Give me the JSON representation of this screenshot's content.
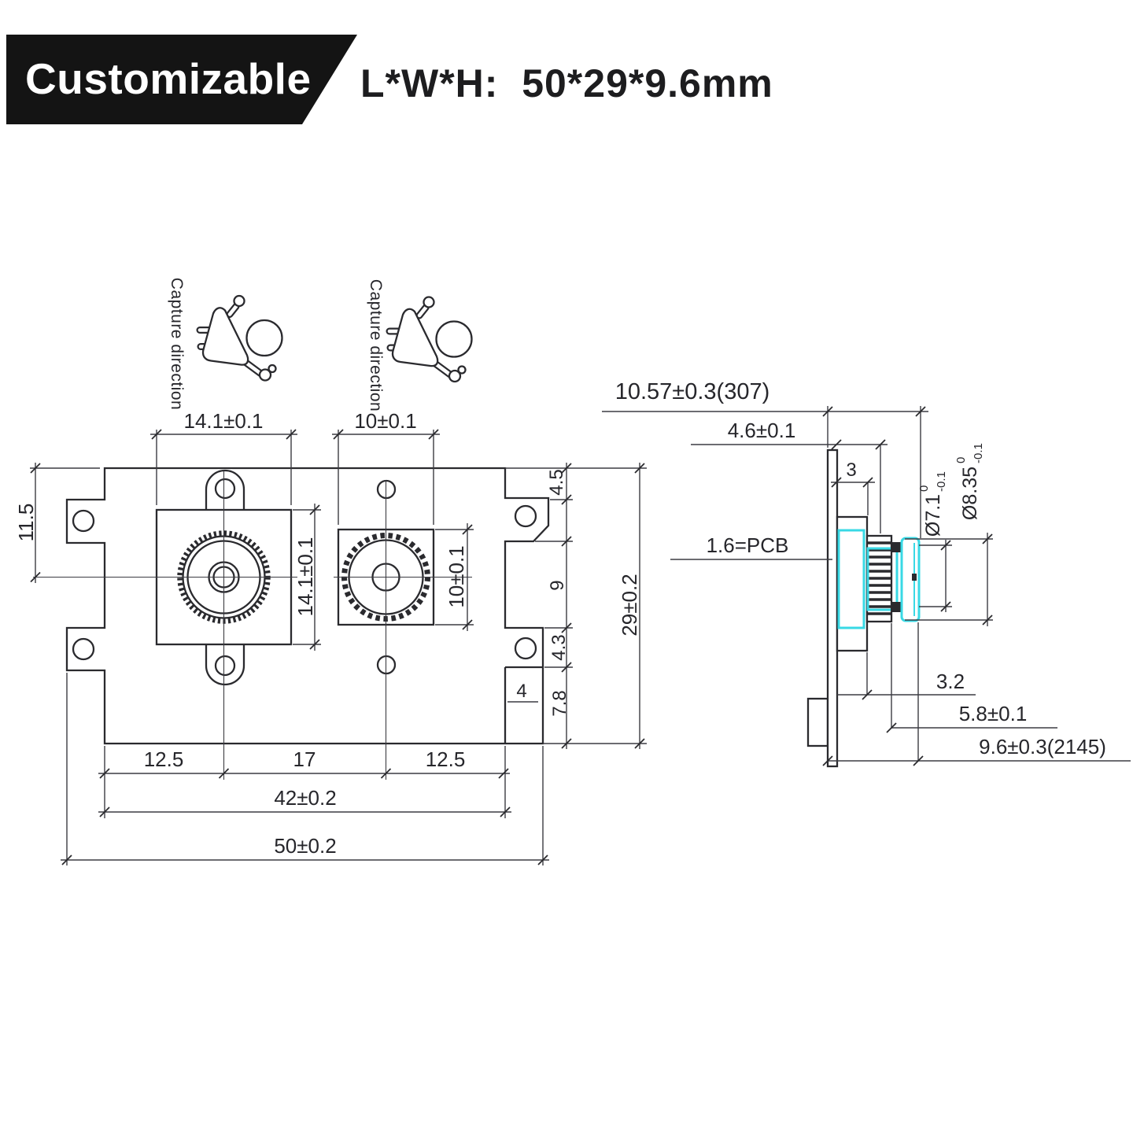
{
  "header": {
    "badge": "Customizable",
    "size_label": "L*W*H:  50*29*9.6mm"
  },
  "front_view": {
    "capture_direction_left": "Capture direction",
    "capture_direction_right": "Capture direction",
    "dims": {
      "lens1_width_top": "14.1±0.1",
      "lens2_width_top": "10±0.1",
      "lens1_height_side": "14.1±0.1",
      "lens2_height_side": "10±0.1",
      "top_edge_to_center": "11.5",
      "right_step_top": "4.5",
      "right_notch": "9",
      "right_hole_tab": "4.3",
      "bottom_tab_width": "4",
      "right_bottom": "7.8",
      "board_height": "29±0.2",
      "pitch_left": "12.5",
      "pitch_center": "17",
      "pitch_right": "12.5",
      "body_width": "42±0.2",
      "board_width": "50±0.2"
    }
  },
  "side_view": {
    "dims": {
      "overall_depth": "10.57±0.3(307)",
      "lens_protrusion": "4.6±0.1",
      "holder_depth": "3",
      "pcb_thickness": "1.6=PCB",
      "lens_inner_dia": "Ø7.1",
      "lens_inner_tol_upper": "0",
      "lens_inner_tol_lower": "-0.1",
      "lens_outer_dia": "Ø8.35",
      "lens_outer_tol_upper": "0",
      "lens_outer_tol_lower": "-0.1",
      "holder_step": "3.2",
      "module_depth": "5.8±0.1",
      "total_depth": "9.6±0.3(2145)"
    }
  },
  "colors": {
    "line": "#2a2a2e",
    "accent_cyan": "#38d9e5",
    "banner_bg": "#141414",
    "banner_text": "#ffffff"
  }
}
